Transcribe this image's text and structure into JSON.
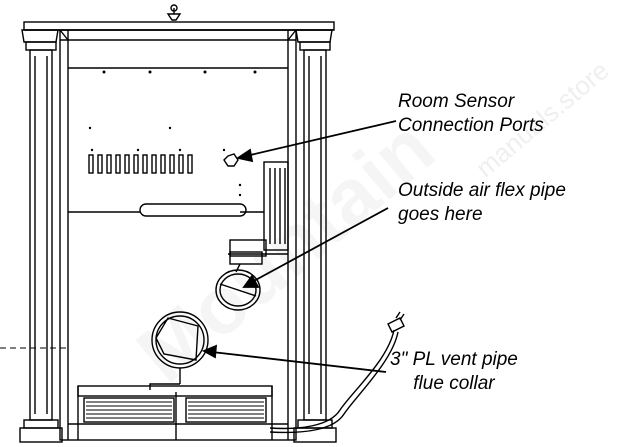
{
  "labels": {
    "room_sensor_line1": "Room Sensor",
    "room_sensor_line2": "Connection Ports",
    "outside_air_line1": "Outside air flex pipe",
    "outside_air_line2": "goes here",
    "vent_line1": "3\" PL vent pipe",
    "vent_line2": "flue collar"
  },
  "watermark": {
    "large": "Mountain",
    "small": "manuals.store"
  },
  "colors": {
    "line": "#000000",
    "background": "#ffffff"
  }
}
